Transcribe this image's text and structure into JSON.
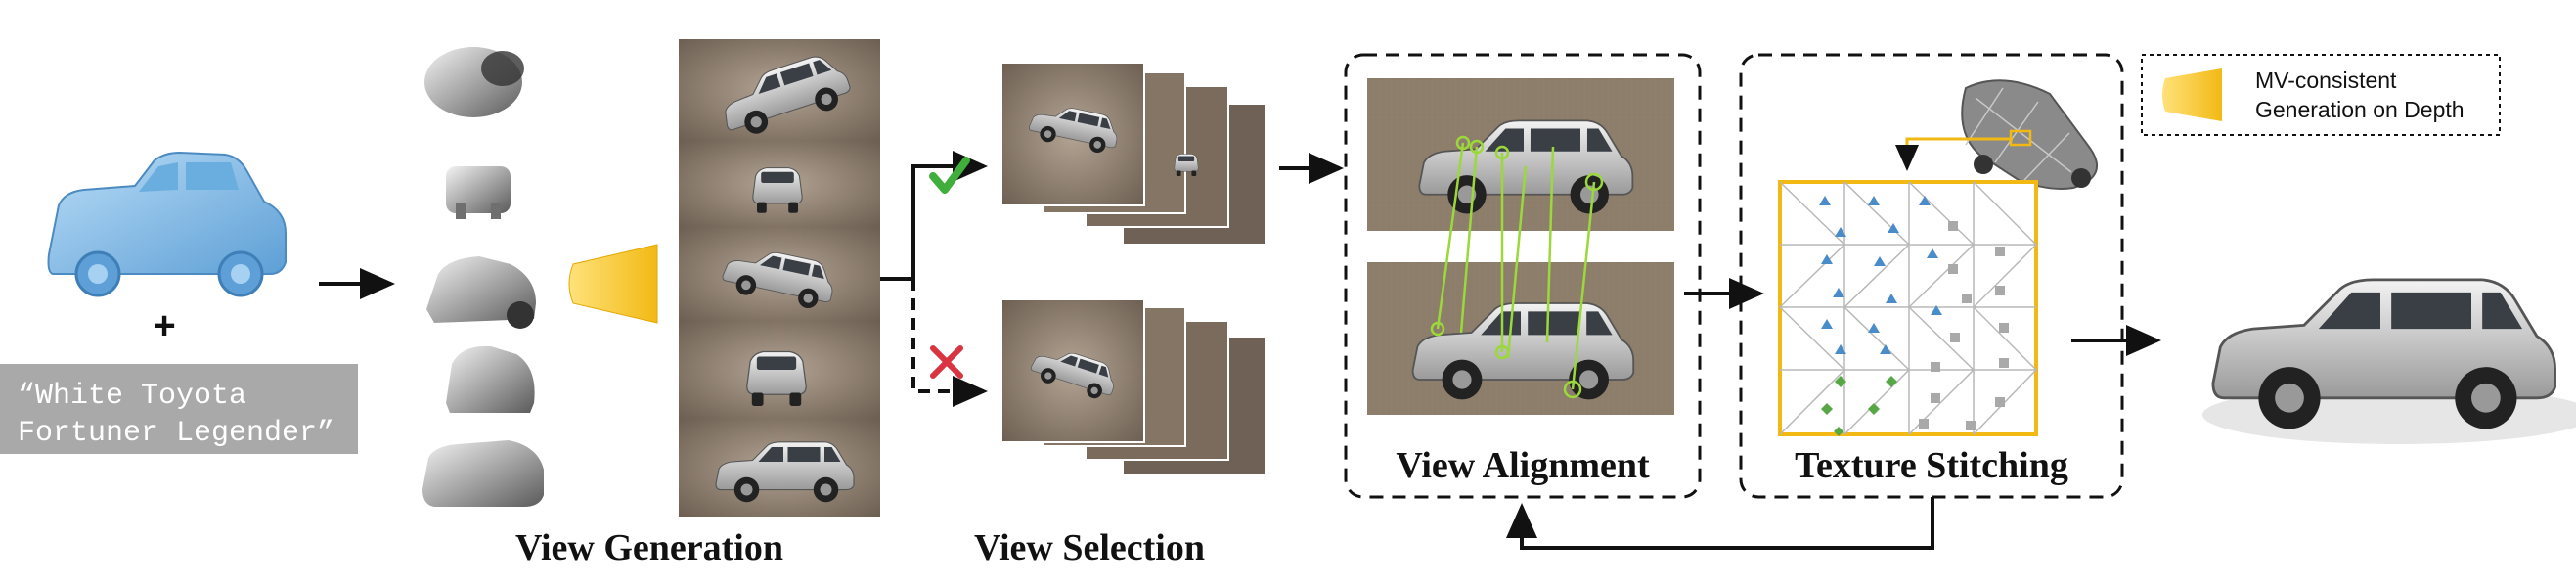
{
  "prompt": {
    "plus_symbol": "+",
    "line1": "“White Toyota",
    "line2": "Fortuner Legender”"
  },
  "legend": {
    "line1": "MV-consistent",
    "line2": "Generation on Depth"
  },
  "stages": {
    "view_generation": "View Generation",
    "view_selection": "View Selection",
    "view_alignment": "View Alignment",
    "texture_stitching": "Texture Stitching"
  },
  "colors": {
    "mesh_blue": "#8fc3ec",
    "accent_yellow": "#f2b915",
    "accept_green": "#3fae3a",
    "reject_red": "#d9343f",
    "match_green": "#9bd83a",
    "triangle_blue": "#4a8bc9",
    "diamond_green": "#56a844",
    "square_gray": "#a9a9a9",
    "prompt_box_gray": "#a9a9a9",
    "image_bg": "#8d7d6b"
  },
  "icons": {
    "accept": "check-mark-icon",
    "reject": "cross-mark-icon",
    "generator": "yellow-trapezoid-icon"
  }
}
